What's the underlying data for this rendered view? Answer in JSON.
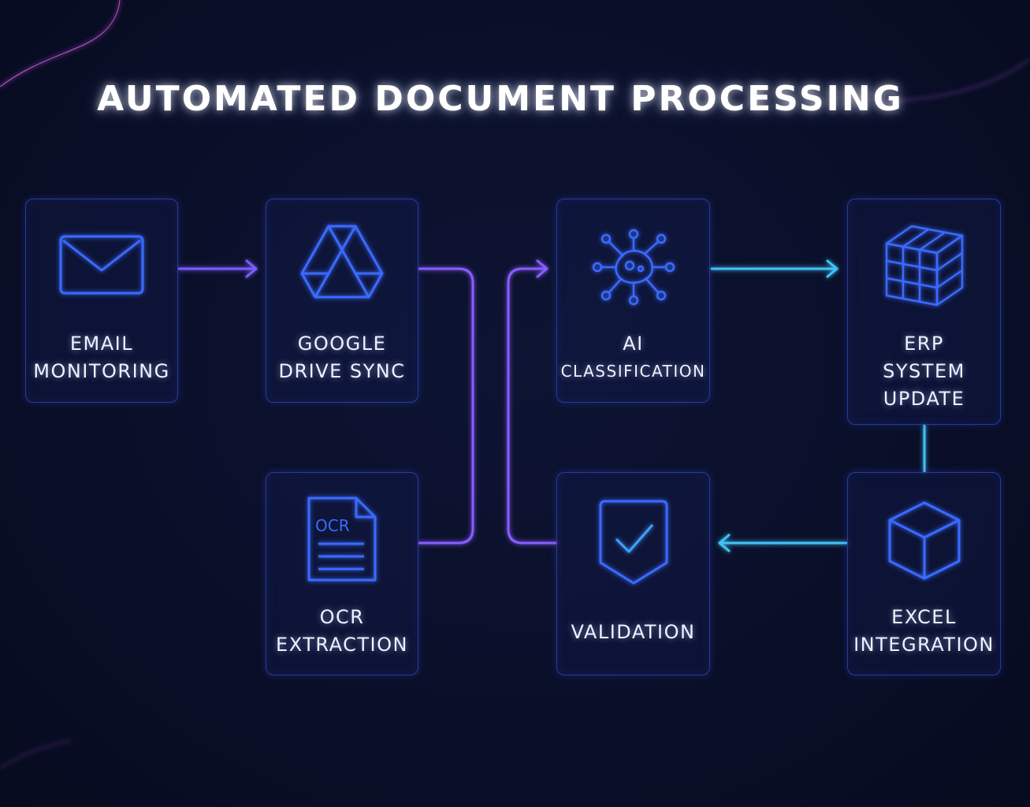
{
  "title": "AUTOMATED DOCUMENT PROCESSING",
  "colors": {
    "background": "#0a0f29",
    "violet": "#7a5cff",
    "cyan": "#3fc3f5",
    "blue": "#3a6bff"
  },
  "nodes": {
    "email": {
      "icon": "envelope-icon",
      "lines": [
        "EMAIL",
        "MONITORING"
      ]
    },
    "drive": {
      "icon": "google-drive-icon",
      "lines": [
        "GOOGLE",
        "DRIVE SYNC"
      ]
    },
    "ocr": {
      "icon": "ocr-document-icon",
      "icon_text": "OCR",
      "lines": [
        "OCR",
        "EXTRACTION"
      ]
    },
    "ai": {
      "icon": "neural-network-icon",
      "lines": [
        "AI",
        "CLASSIFICATION"
      ]
    },
    "validation": {
      "icon": "shield-check-icon",
      "lines": [
        "VALIDATION"
      ]
    },
    "erp": {
      "icon": "grid-cube-icon",
      "lines": [
        "ERP",
        "SYSTEM",
        "UPDATE"
      ]
    },
    "excel": {
      "icon": "cube-icon",
      "lines": [
        "EXCEL",
        "INTEGRATION"
      ]
    }
  }
}
